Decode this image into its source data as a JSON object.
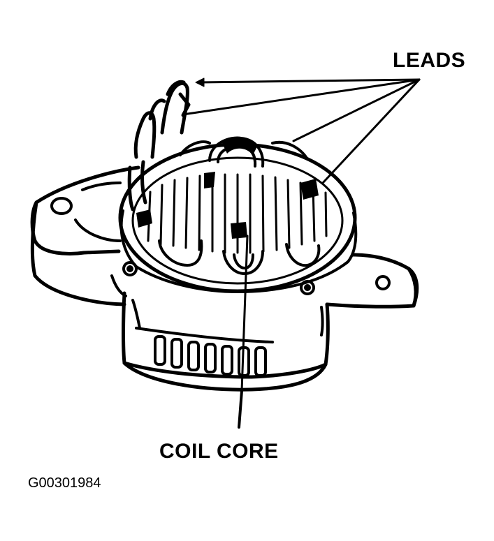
{
  "labels": {
    "leads": "LEADS",
    "coil_core": "COIL CORE"
  },
  "figure_id": "G00301984",
  "colors": {
    "ink": "#000000",
    "background": "#ffffff"
  }
}
